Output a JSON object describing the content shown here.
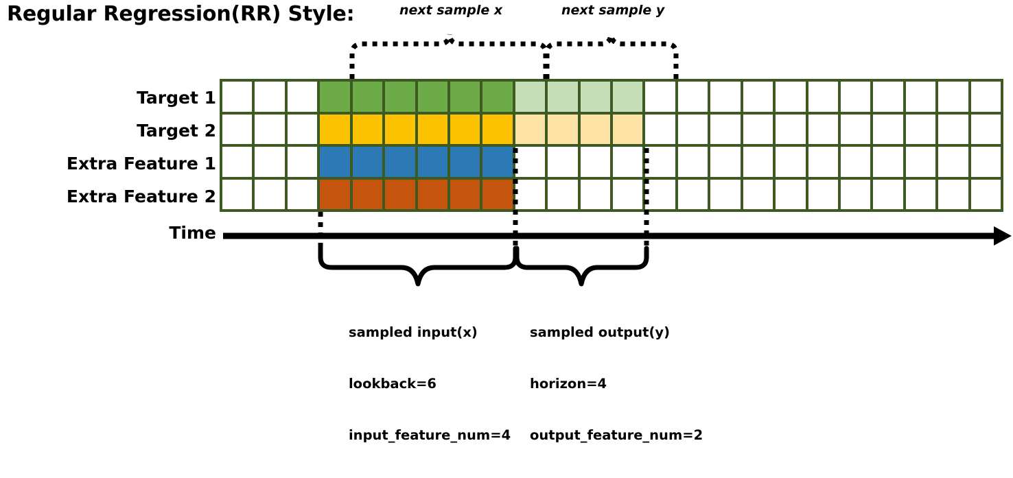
{
  "title": "Regular Regression(RR) Style:",
  "annotations": {
    "next_sample_x": "next sample x",
    "next_sample_y": "next sample y"
  },
  "axis": {
    "time_label": "Time",
    "arrow_icon": "arrow-right-icon"
  },
  "grid": {
    "total_columns": 24,
    "border_color": "#3c5a22",
    "rows": [
      {
        "label": "Target 1",
        "cells": [
          "white",
          "white",
          "white",
          "green",
          "green",
          "green",
          "green",
          "green",
          "green",
          "green-light",
          "green-light",
          "green-light",
          "green-light",
          "white",
          "white",
          "white",
          "white",
          "white",
          "white",
          "white",
          "white",
          "white",
          "white",
          "white"
        ]
      },
      {
        "label": "Target 2",
        "cells": [
          "white",
          "white",
          "white",
          "yellow",
          "yellow",
          "yellow",
          "yellow",
          "yellow",
          "yellow",
          "yellow-light",
          "yellow-light",
          "yellow-light",
          "yellow-light",
          "white",
          "white",
          "white",
          "white",
          "white",
          "white",
          "white",
          "white",
          "white",
          "white",
          "white"
        ]
      },
      {
        "label": "Extra Feature 1",
        "cells": [
          "white",
          "white",
          "white",
          "blue",
          "blue",
          "blue",
          "blue",
          "blue",
          "blue",
          "white",
          "white",
          "white",
          "white",
          "white",
          "white",
          "white",
          "white",
          "white",
          "white",
          "white",
          "white",
          "white",
          "white",
          "white"
        ]
      },
      {
        "label": "Extra Feature 2",
        "cells": [
          "white",
          "white",
          "white",
          "orange",
          "orange",
          "orange",
          "orange",
          "orange",
          "orange",
          "white",
          "white",
          "white",
          "white",
          "white",
          "white",
          "white",
          "white",
          "white",
          "white",
          "white",
          "white",
          "white",
          "white",
          "white"
        ]
      }
    ]
  },
  "colors": {
    "green": "#6cab48",
    "green_light": "#c6dfb9",
    "yellow": "#fdc300",
    "yellow_light": "#fde4a6",
    "blue": "#2d79b6",
    "orange": "#c5540f",
    "grid_border": "#3c5a22",
    "line": "#000000"
  },
  "captions": {
    "input": {
      "line1": "sampled input(x)",
      "line2": "lookback=6",
      "line3": "input_feature_num=4"
    },
    "output": {
      "line1": "sampled output(y)",
      "line2": "horizon=4",
      "line3": "output_feature_num=2"
    }
  }
}
